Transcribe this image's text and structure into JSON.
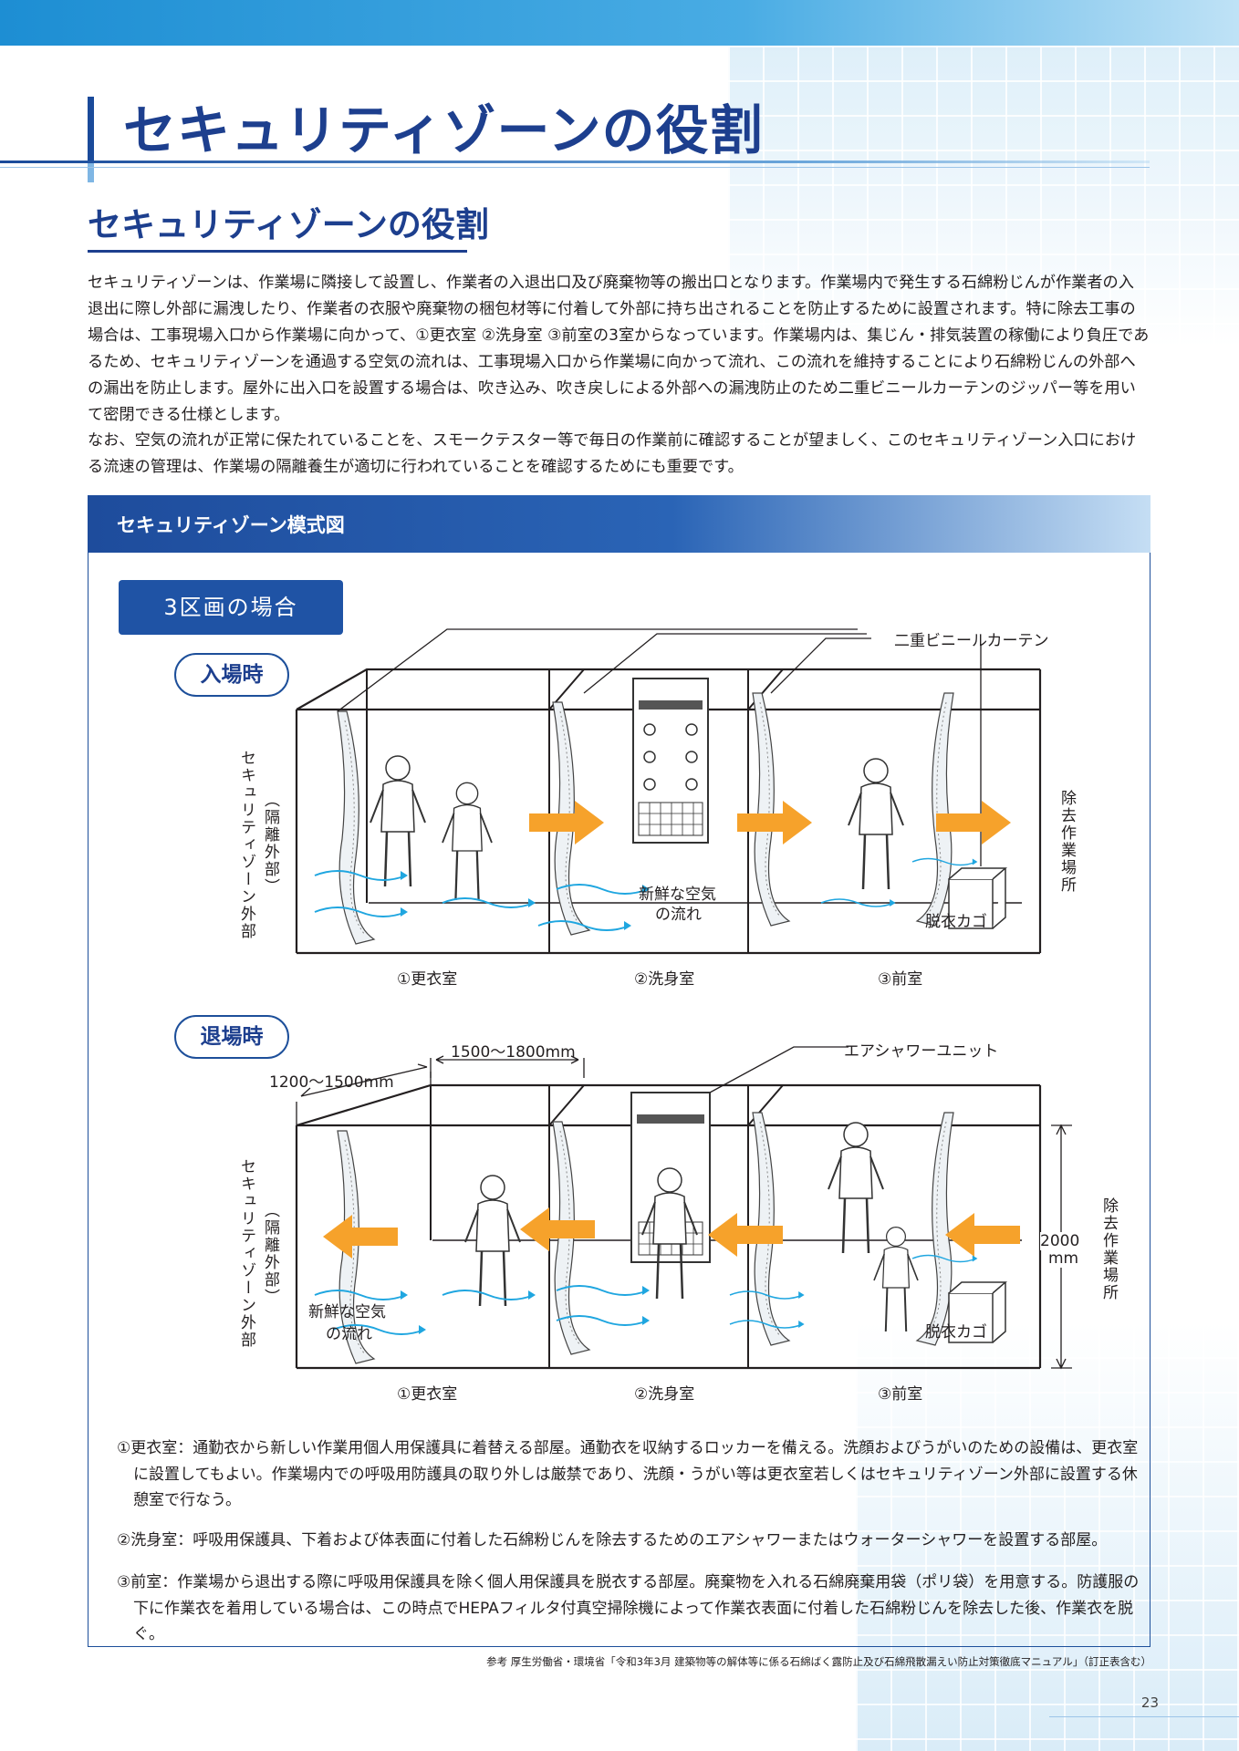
{
  "page": {
    "title": "セキュリティゾーンの役割",
    "subtitle": "セキュリティゾーンの役割",
    "page_number": "23"
  },
  "intro": [
    "セキュリティゾーンは、作業場に隣接して設置し、作業者の入退出口及び廃棄物等の搬出口となります。作業場内で発生する石綿粉じんが作業者の入退出に際し外部に漏洩したり、作業者の衣服や廃棄物の梱包材等に付着して外部に持ち出されることを防止するために設置されます。特に除去工事の場合は、工事現場入口から作業場に向かって、①更衣室 ②洗身室 ③前室の3室からなっています。作業場内は、集じん・排気装置の稼働により負圧であるため、セキュリティゾーンを通過する空気の流れは、工事現場入口から作業場に向かって流れ、この流れを維持することにより石綿粉じんの外部への漏出を防止します。屋外に出入口を設置する場合は、吹き込み、吹き戻しによる外部への漏洩防止のため二重ビニールカーテンのジッパー等を用いて密閉できる仕様とします。",
    "なお、空気の流れが正常に保たれていることを、スモークテスター等で毎日の作業前に確認することが望ましく、このセキュリティゾーン入口における流速の管理は、作業場の隔離養生が適切に行われていることを確認するためにも重要です。"
  ],
  "figure": {
    "header": "セキュリティゾーン模式図",
    "case_label": "3区画の場合",
    "entry": {
      "label": "入場時",
      "left_side": "セキュリティゾーン外部",
      "left_side_sub": "（隔離外部）",
      "right_side": "除去作業場所",
      "curtain": "二重ビニールカーテン",
      "air_flow": [
        "新鮮な空気",
        "の流れ"
      ],
      "basket": "脱衣カゴ",
      "rooms": [
        "①更衣室",
        "②洗身室",
        "③前室"
      ]
    },
    "exit": {
      "label": "退場時",
      "left_side": "セキュリティゾーン外部",
      "left_side_sub": "（隔離外部）",
      "right_side": "除去作業場所",
      "unit": "エアシャワーユニット",
      "dim_room1": "1200～1500mm",
      "dim_room2": "1500～1800mm",
      "dim_height_value": "2000",
      "dim_height_unit": "mm",
      "air_flow": [
        "新鮮な空気",
        "の流れ"
      ],
      "basket": "脱衣カゴ",
      "rooms": [
        "①更衣室",
        "②洗身室",
        "③前室"
      ]
    },
    "colors": {
      "arrow": "#f6a22b",
      "airflow": "#1fa6e0",
      "accent": "#1d3f8e"
    }
  },
  "notes": [
    "①更衣室：通勤衣から新しい作業用個人用保護具に着替える部屋。通勤衣を収納するロッカーを備える。洗顔およびうがいのための設備は、更衣室に設置してもよい。作業場内での呼吸用防護具の取り外しは厳禁であり、洗顔・うがい等は更衣室若しくはセキュリティゾーン外部に設置する休憩室で行なう。",
    "②洗身室：呼吸用保護具、下着および体表面に付着した石綿粉じんを除去するためのエアシャワーまたはウォーターシャワーを設置する部屋。",
    "③前室：作業場から退出する際に呼吸用保護具を除く個人用保護具を脱衣する部屋。廃棄物を入れる石綿廃棄用袋（ポリ袋）を用意する。防護服の下に作業衣を着用している場合は、この時点でHEPAフィルタ付真空掃除機によって作業衣表面に付着した石綿粉じんを除去した後、作業衣を脱ぐ。"
  ],
  "reference": "参考 厚生労働省・環境省「令和3年3月 建築物等の解体等に係る石綿ばく露防止及び石綿飛散漏えい防止対策徹底マニュアル」（訂正表含む）"
}
